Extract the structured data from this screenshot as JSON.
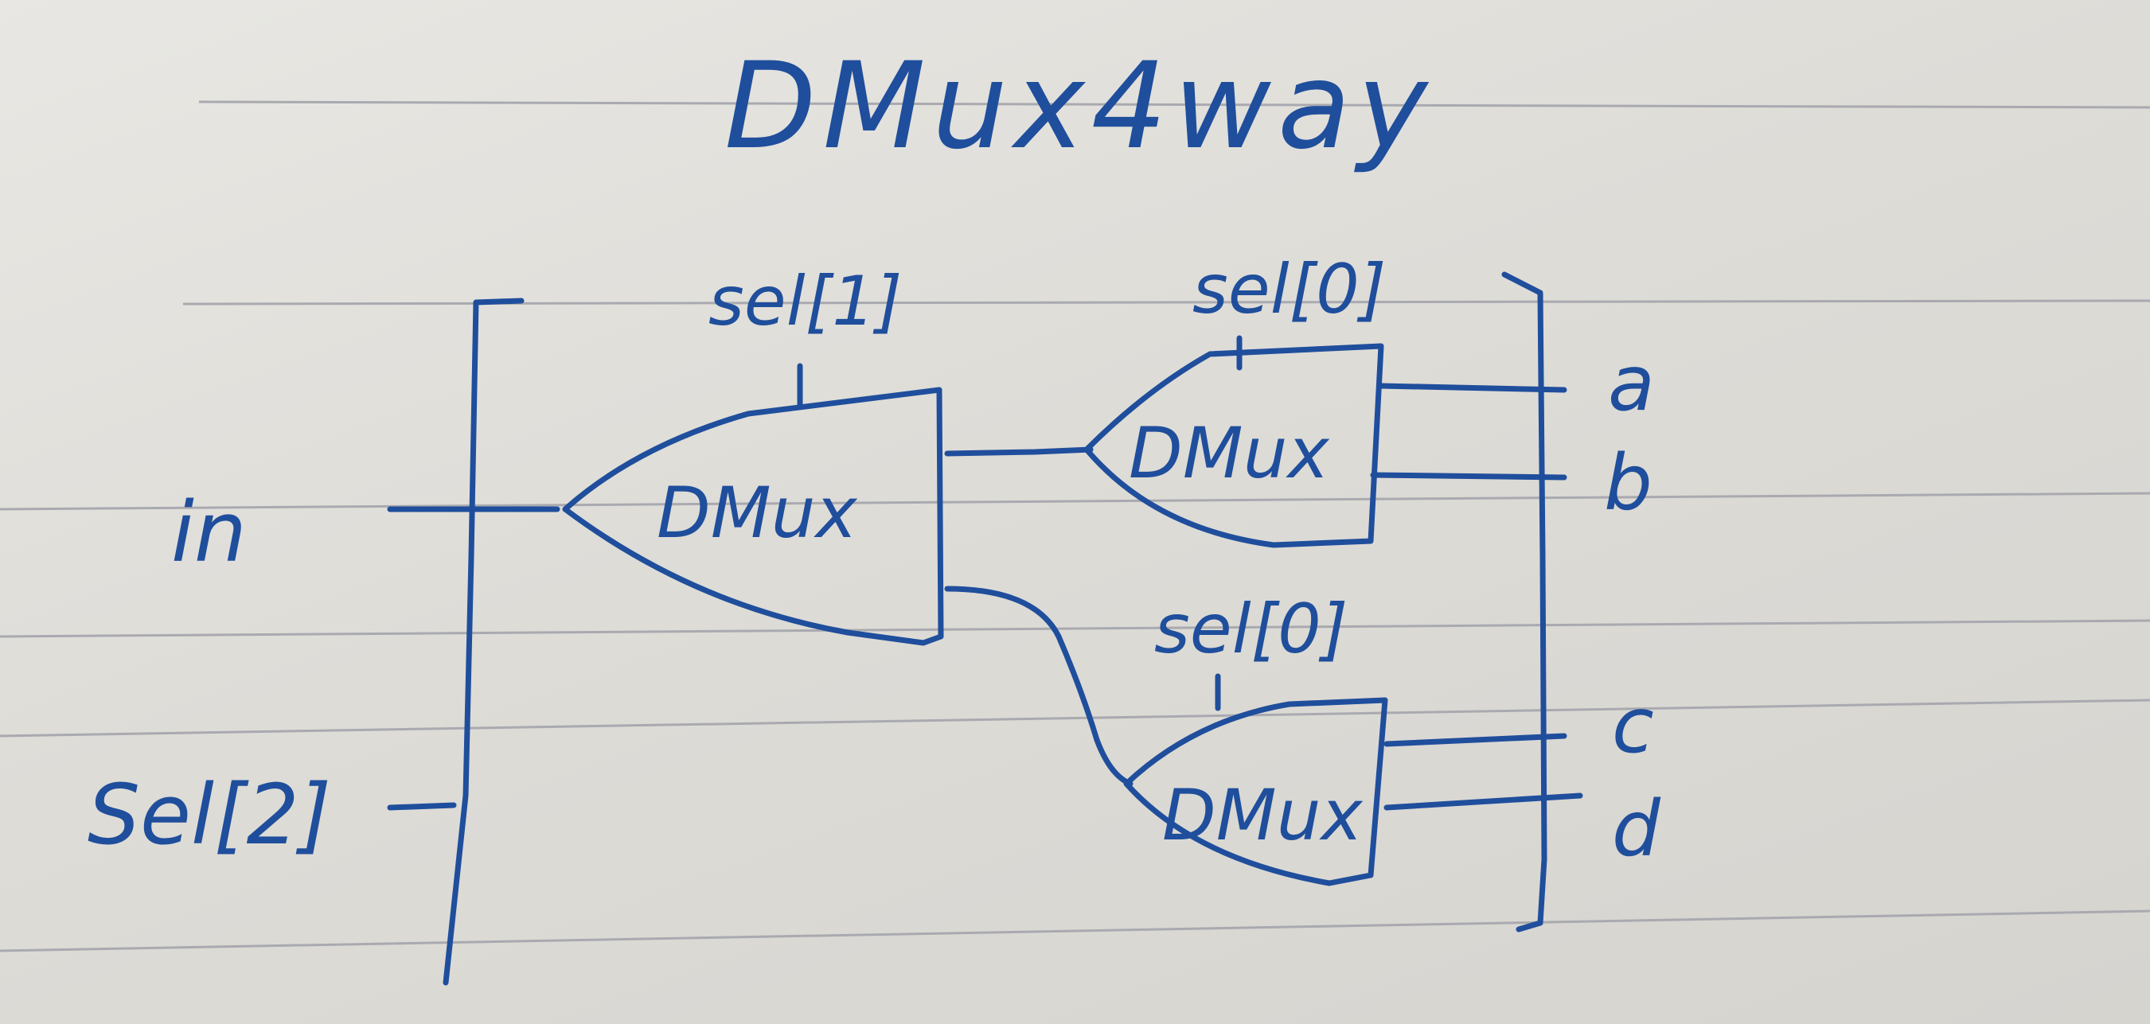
{
  "title": "DMux4way",
  "inputs": {
    "in_label": "in",
    "sel2_label": "Sel[2]"
  },
  "selects": {
    "top_gate": "sel[1]",
    "upper_right_gate": "sel[0]",
    "lower_right_gate": "sel[0]"
  },
  "gates": {
    "left": "DMux",
    "upper_right": "DMux",
    "lower_right": "DMux"
  },
  "outputs": [
    "a",
    "b",
    "c",
    "d"
  ],
  "colors": {
    "ink": "#1f4e9c",
    "paper": "#e3e2de",
    "rule": "#a9aab0"
  }
}
